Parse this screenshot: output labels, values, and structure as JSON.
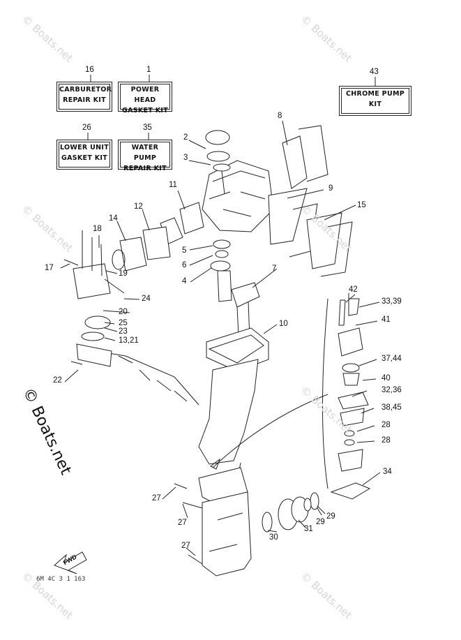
{
  "kits": [
    {
      "number": "16",
      "line1": "CARBURETOR",
      "line2": "REPAIR KIT"
    },
    {
      "number": "1",
      "line1": "POWER HEAD",
      "line2": "GASKET KIT"
    },
    {
      "number": "43",
      "line1": "CHROME PUMP",
      "line2": "KIT"
    },
    {
      "number": "26",
      "line1": "LOWER UNIT",
      "line2": "GASKET KIT"
    },
    {
      "number": "35",
      "line1": "WATER PUMP",
      "line2": "REPAIR KIT"
    }
  ],
  "callouts": [
    "2",
    "3",
    "8",
    "11",
    "9",
    "12",
    "14",
    "15",
    "18",
    "17",
    "19",
    "5",
    "6",
    "4",
    "7",
    "24",
    "42",
    "33,39",
    "20",
    "41",
    "25",
    "23",
    "10",
    "13,21",
    "37,44",
    "40",
    "22",
    "32,36",
    "38,45",
    "28",
    "28",
    "34",
    "27",
    "29",
    "27",
    "30",
    "31",
    "29",
    "27"
  ],
  "watermark": "© Boats.net",
  "fwd_label": "FWD",
  "diagram_code": "6M 4C 3 1 163"
}
